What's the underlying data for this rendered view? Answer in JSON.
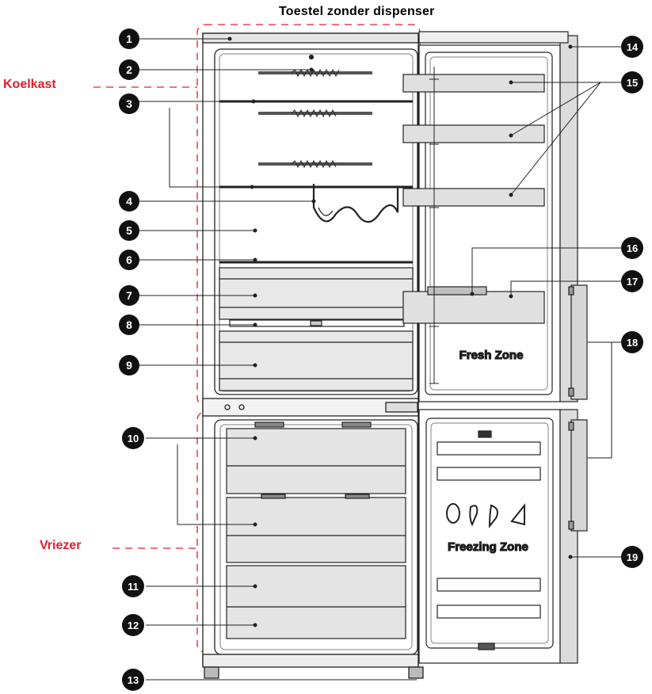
{
  "title": "Toestel zonder dispenser",
  "sections": {
    "fridge": "Koelkast",
    "freezer": "Vriezer"
  },
  "door_texts": {
    "fresh_zone": "Fresh Zone",
    "freezing_zone": "Freezing Zone"
  },
  "callouts": [
    "1",
    "2",
    "3",
    "4",
    "5",
    "6",
    "7",
    "8",
    "9",
    "10",
    "11",
    "12",
    "13",
    "14",
    "15",
    "16",
    "17",
    "18",
    "19"
  ],
  "colors": {
    "section_accent": "#e21d2b",
    "callout_fill": "#111111",
    "outline": "#222222"
  }
}
